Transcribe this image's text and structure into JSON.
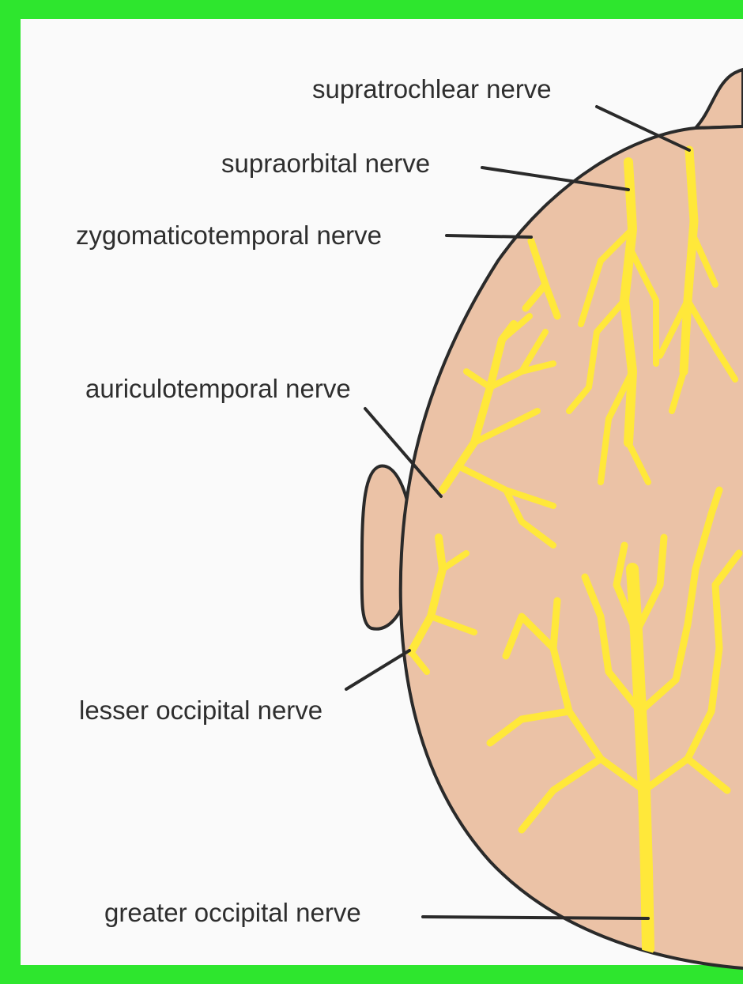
{
  "labels": {
    "supratrochlear": "supratrochlear nerve",
    "supraorbital": "supraorbital nerve",
    "zygomaticotemporal": "zygomaticotemporal nerve",
    "auriculotemporal": "auriculotemporal nerve",
    "lesser_occipital": "lesser occipital nerve",
    "greater_occipital": "greater occipital nerve"
  },
  "colors": {
    "frame": "#2ee62e",
    "skin": "#ebc2a6",
    "nerve": "#ffe83a",
    "outline": "#2a2a2a"
  }
}
